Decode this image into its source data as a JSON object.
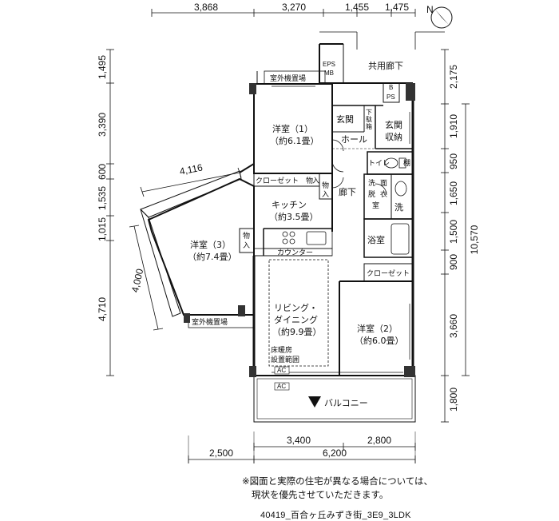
{
  "dims": {
    "top": [
      "3,868",
      "3,270",
      "1,455",
      "1,475"
    ],
    "left": [
      "1,495",
      "3,390",
      "600",
      "1,535",
      "1,015",
      "4,710"
    ],
    "right": [
      "2,175",
      "1,910",
      "950",
      "1,650",
      "1,500",
      "10,570",
      "900",
      "3,660",
      "1,800"
    ],
    "bottom_row1": [
      "3,400",
      "2,800"
    ],
    "bottom_row2": [
      "2,500",
      "6,200"
    ],
    "diagonal": [
      "4,116",
      "4,000"
    ]
  },
  "rooms": {
    "western1": {
      "name": "洋室（1）",
      "size": "（約6.1畳）"
    },
    "western2": {
      "name": "洋室（2）",
      "size": "（約6.0畳）"
    },
    "western3": {
      "name": "洋室（3）",
      "size": "（約7.4畳）"
    },
    "kitchen": {
      "name": "キッチン",
      "size": "（約3.5畳）"
    },
    "living": {
      "name1": "リビング・",
      "name2": "ダイニング",
      "size": "（約9.9畳）"
    }
  },
  "labels": {
    "common_corridor": "共用廊下",
    "eps": "EPS",
    "mb": "MB",
    "b": "B",
    "ps": "PS",
    "outdoor_unit": "室外機置場",
    "entrance": "玄関",
    "shoe_box": [
      "下",
      "駄",
      "箱"
    ],
    "entrance_storage1": "玄関",
    "entrance_storage2": "収納",
    "hall": "ホール",
    "toilet": "トイレ",
    "shelf": "棚",
    "closet": "クローゼット",
    "storage_in": [
      "物",
      "入"
    ],
    "corridor": "廊下",
    "washroom": [
      "洗",
      "面",
      "脱",
      "衣",
      "室"
    ],
    "wash": "洗",
    "bath": "浴室",
    "counter": "カウンター",
    "floor_heating1": "床暖房",
    "floor_heating2": "設置範囲",
    "ac": "AC",
    "balcony": "バルコニー",
    "north": "N"
  },
  "note": {
    "line1": "※図面と実際の住宅が異なる場合については、",
    "line2": "現状を優先させていただきます。"
  },
  "code": "40419_百合ヶ丘みずき街_3E9_3LDK"
}
